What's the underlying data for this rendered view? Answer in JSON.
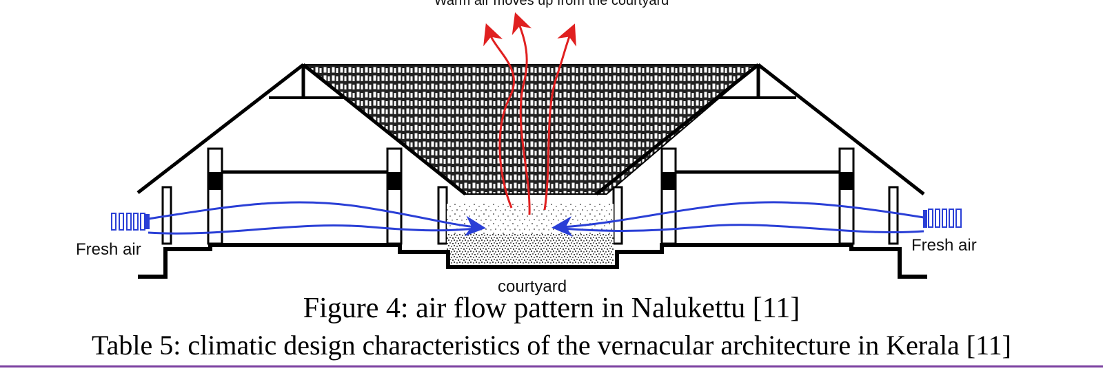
{
  "diagram": {
    "top_label": "Warm air moves up from the courtyard",
    "left_label": "Fresh air",
    "right_label": "Fresh air",
    "bottom_label": "courtyard",
    "colors": {
      "warm_air": "#e02020",
      "fresh_air": "#2a3fd6",
      "structure": "#000000",
      "rule": "#7a3fa0"
    }
  },
  "captions": {
    "figure": "Figure 4: air flow pattern in Nalukettu [11]",
    "table": "Table 5: climatic design characteristics of the vernacular architecture in Kerala [11]"
  }
}
